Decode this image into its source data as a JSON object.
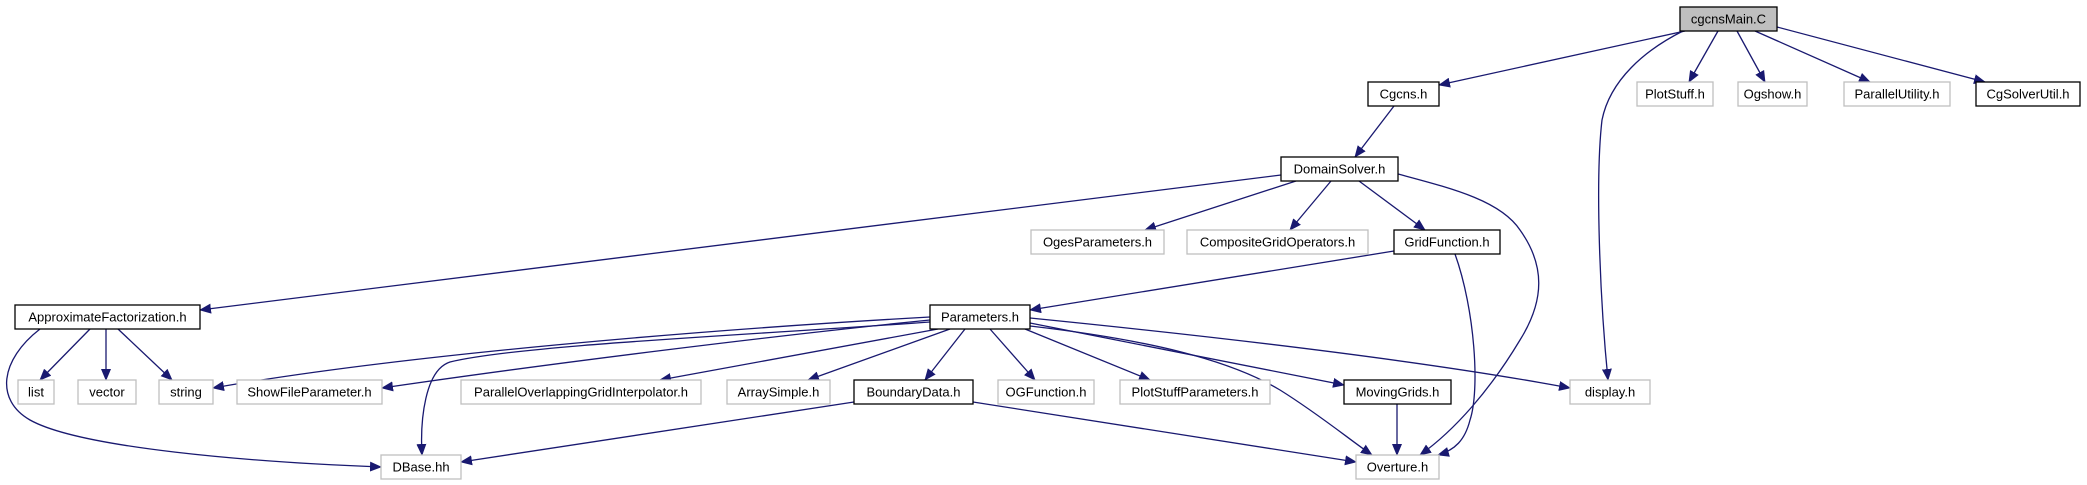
{
  "colors": {
    "edge": "#191970",
    "node_border_documented": "#000000",
    "node_border_undocumented": "#bfbfbf",
    "node_fill_root": "#bfbfbf",
    "node_fill": "#ffffff"
  },
  "nodes": [
    {
      "id": "cgcnsMain",
      "label": "cgcnsMain.C",
      "kind": "root"
    },
    {
      "id": "Cgcns",
      "label": "Cgcns.h",
      "kind": "documented"
    },
    {
      "id": "PlotStuff",
      "label": "PlotStuff.h",
      "kind": "undocumented"
    },
    {
      "id": "Ogshow",
      "label": "Ogshow.h",
      "kind": "undocumented"
    },
    {
      "id": "ParallelUtility",
      "label": "ParallelUtility.h",
      "kind": "undocumented"
    },
    {
      "id": "CgSolverUtil",
      "label": "CgSolverUtil.h",
      "kind": "documented"
    },
    {
      "id": "DomainSolver",
      "label": "DomainSolver.h",
      "kind": "documented"
    },
    {
      "id": "OgesParameters",
      "label": "OgesParameters.h",
      "kind": "undocumented"
    },
    {
      "id": "CompositeGridOperators",
      "label": "CompositeGridOperators.h",
      "kind": "undocumented"
    },
    {
      "id": "GridFunction",
      "label": "GridFunction.h",
      "kind": "documented"
    },
    {
      "id": "ApproximateFactorization",
      "label": "ApproximateFactorization.h",
      "kind": "documented"
    },
    {
      "id": "Parameters",
      "label": "Parameters.h",
      "kind": "documented"
    },
    {
      "id": "list",
      "label": "list",
      "kind": "undocumented"
    },
    {
      "id": "vector",
      "label": "vector",
      "kind": "undocumented"
    },
    {
      "id": "string",
      "label": "string",
      "kind": "undocumented"
    },
    {
      "id": "ShowFileParameter",
      "label": "ShowFileParameter.h",
      "kind": "undocumented"
    },
    {
      "id": "ParallelOverlappingGridInterpolator",
      "label": "ParallelOverlappingGridInterpolator.h",
      "kind": "undocumented"
    },
    {
      "id": "ArraySimple",
      "label": "ArraySimple.h",
      "kind": "undocumented"
    },
    {
      "id": "BoundaryData",
      "label": "BoundaryData.h",
      "kind": "documented"
    },
    {
      "id": "OGFunction",
      "label": "OGFunction.h",
      "kind": "undocumented"
    },
    {
      "id": "PlotStuffParameters",
      "label": "PlotStuffParameters.h",
      "kind": "undocumented"
    },
    {
      "id": "MovingGrids",
      "label": "MovingGrids.h",
      "kind": "documented"
    },
    {
      "id": "display",
      "label": "display.h",
      "kind": "undocumented"
    },
    {
      "id": "DBase",
      "label": "DBase.hh",
      "kind": "undocumented"
    },
    {
      "id": "Overture",
      "label": "Overture.h",
      "kind": "undocumented"
    }
  ],
  "edges": [
    {
      "from": "cgcnsMain",
      "to": "Cgcns"
    },
    {
      "from": "cgcnsMain",
      "to": "display"
    },
    {
      "from": "cgcnsMain",
      "to": "PlotStuff"
    },
    {
      "from": "cgcnsMain",
      "to": "Ogshow"
    },
    {
      "from": "cgcnsMain",
      "to": "ParallelUtility"
    },
    {
      "from": "cgcnsMain",
      "to": "CgSolverUtil"
    },
    {
      "from": "Cgcns",
      "to": "DomainSolver"
    },
    {
      "from": "DomainSolver",
      "to": "ApproximateFactorization"
    },
    {
      "from": "DomainSolver",
      "to": "OgesParameters"
    },
    {
      "from": "DomainSolver",
      "to": "CompositeGridOperators"
    },
    {
      "from": "DomainSolver",
      "to": "GridFunction"
    },
    {
      "from": "DomainSolver",
      "to": "Overture"
    },
    {
      "from": "GridFunction",
      "to": "Parameters"
    },
    {
      "from": "GridFunction",
      "to": "Overture"
    },
    {
      "from": "ApproximateFactorization",
      "to": "list"
    },
    {
      "from": "ApproximateFactorization",
      "to": "vector"
    },
    {
      "from": "ApproximateFactorization",
      "to": "string"
    },
    {
      "from": "ApproximateFactorization",
      "to": "DBase"
    },
    {
      "from": "Parameters",
      "to": "string"
    },
    {
      "from": "Parameters",
      "to": "ShowFileParameter"
    },
    {
      "from": "Parameters",
      "to": "DBase"
    },
    {
      "from": "Parameters",
      "to": "ParallelOverlappingGridInterpolator"
    },
    {
      "from": "Parameters",
      "to": "ArraySimple"
    },
    {
      "from": "Parameters",
      "to": "BoundaryData"
    },
    {
      "from": "Parameters",
      "to": "OGFunction"
    },
    {
      "from": "Parameters",
      "to": "PlotStuffParameters"
    },
    {
      "from": "Parameters",
      "to": "MovingGrids"
    },
    {
      "from": "Parameters",
      "to": "display"
    },
    {
      "from": "Parameters",
      "to": "Overture"
    },
    {
      "from": "BoundaryData",
      "to": "DBase"
    },
    {
      "from": "BoundaryData",
      "to": "Overture"
    },
    {
      "from": "MovingGrids",
      "to": "Overture"
    }
  ]
}
